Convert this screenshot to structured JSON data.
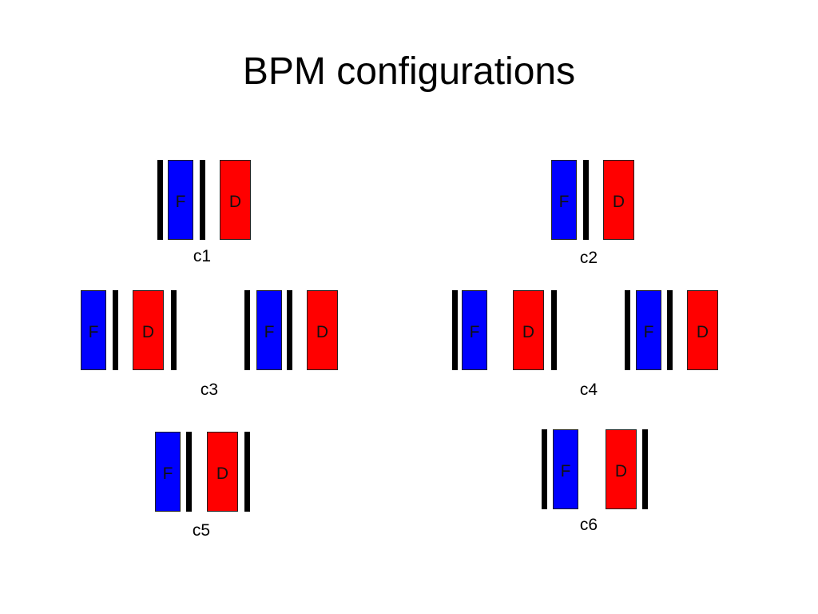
{
  "title": "BPM configurations",
  "colors": {
    "focusing": "#0000ff",
    "defocusing": "#ff0000",
    "bpm": "#000000"
  },
  "magnet_labels": {
    "focusing": "F",
    "defocusing": "D"
  },
  "configs": [
    {
      "label": "c1",
      "sequence": [
        "bpm",
        "F",
        "bpm",
        "D"
      ]
    },
    {
      "label": "c2",
      "sequence": [
        "F",
        "bpm",
        "D"
      ]
    },
    {
      "label": "c3",
      "sequence": [
        "F",
        "bpm",
        "D",
        "bpm",
        "bpm",
        "F",
        "bpm",
        "D"
      ]
    },
    {
      "label": "c4",
      "sequence": [
        "bpm",
        "F",
        "D",
        "bpm",
        "bpm",
        "F",
        "bpm",
        "D"
      ]
    },
    {
      "label": "c5",
      "sequence": [
        "F",
        "bpm",
        "D",
        "bpm"
      ]
    },
    {
      "label": "c6",
      "sequence": [
        "bpm",
        "F",
        "D",
        "bpm"
      ]
    }
  ]
}
